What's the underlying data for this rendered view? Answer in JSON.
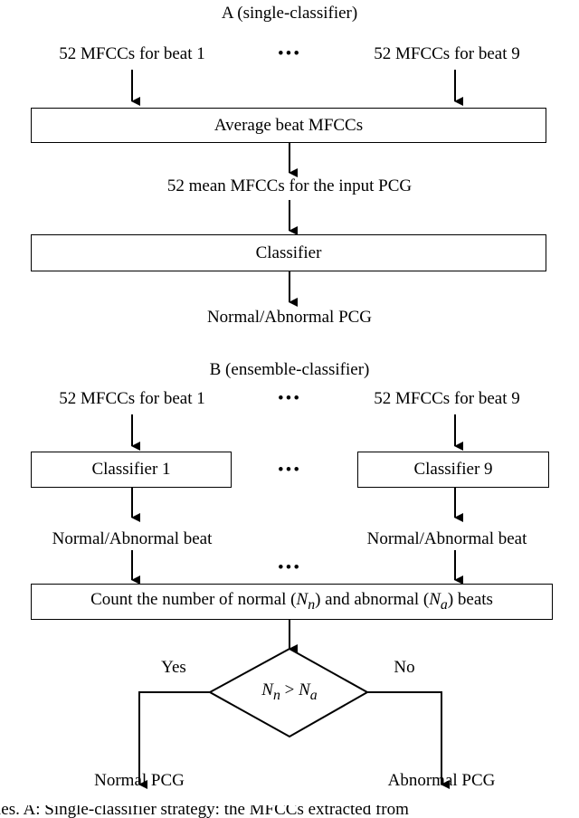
{
  "section_a": {
    "title": "A (single-classifier)",
    "input_left": "52 MFCCs for beat 1",
    "ellipsis": "•••",
    "input_right": "52 MFCCs for beat 9",
    "average_box": "Average beat MFCCs",
    "mean_label": "52 mean MFCCs for the input PCG",
    "classifier_box": "Classifier",
    "output": "Normal/Abnormal PCG"
  },
  "section_b": {
    "title": "B (ensemble-classifier)",
    "input_left": "52 MFCCs for beat 1",
    "ellipsis_top": "•••",
    "input_right": "52 MFCCs for beat 9",
    "classifier_left": "Classifier 1",
    "ellipsis_mid": "•••",
    "classifier_right": "Classifier 9",
    "beat_out_left": "Normal/Abnormal beat",
    "beat_out_right": "Normal/Abnormal beat",
    "ellipsis_low": "•••",
    "count_box": {
      "part1": "Count the number of normal (",
      "nn": "N",
      "nn_sub": "n",
      "part2": ") and abnormal (",
      "na": "N",
      "na_sub": "a",
      "part3": ") beats"
    },
    "decision": {
      "lhs": "N",
      "lhs_sub": "n",
      "op": ">",
      "rhs": "N",
      "rhs_sub": "a"
    },
    "yes_label": "Yes",
    "no_label": "No",
    "out_left": "Normal PCG",
    "out_right": "Abnormal PCG"
  },
  "caption_fragment": "ies. A: Single-classifier strategy: the MFCCs extracted from"
}
